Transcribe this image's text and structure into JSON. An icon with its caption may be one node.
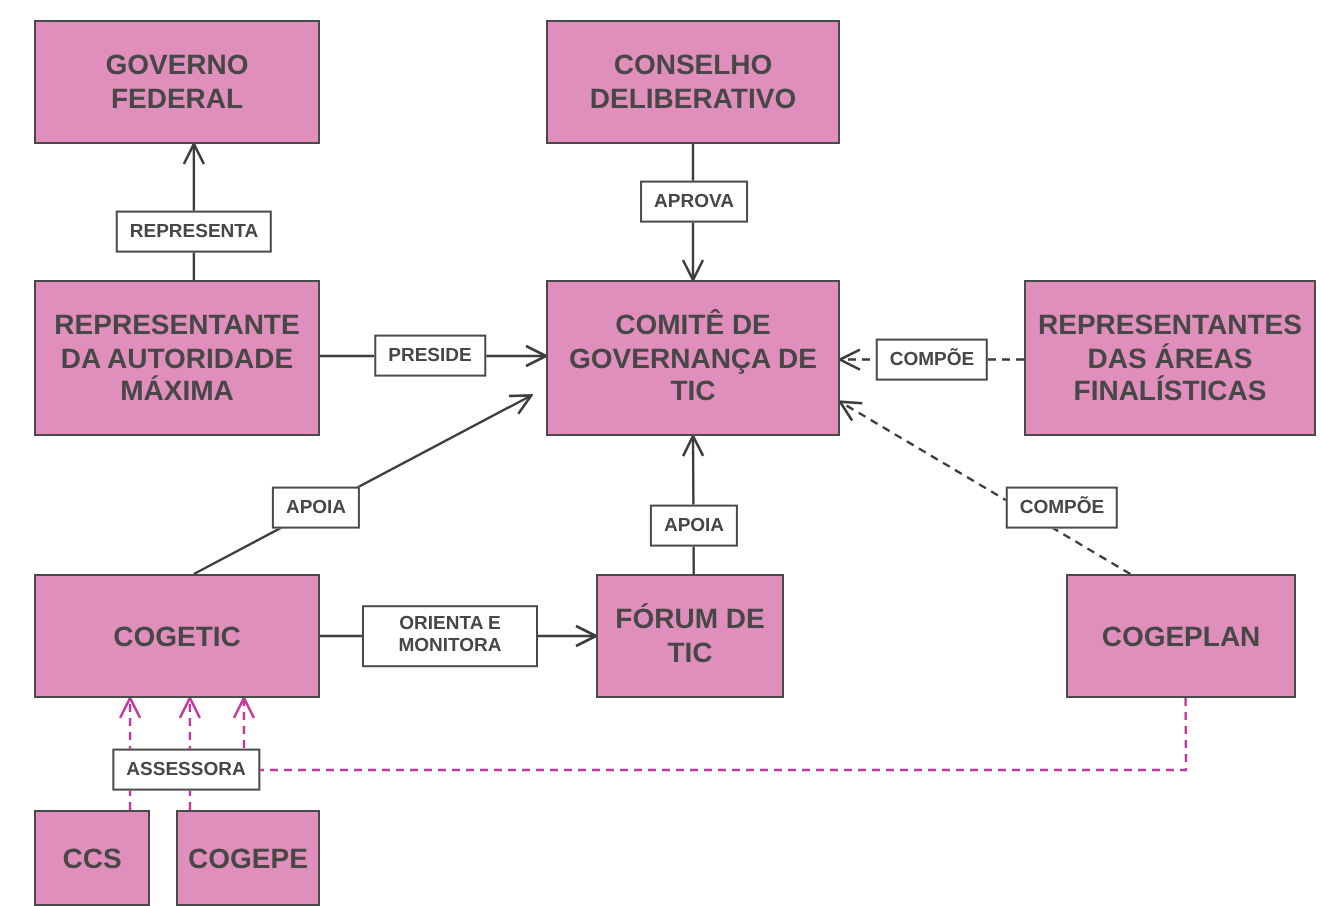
{
  "diagram": {
    "nodes": [
      {
        "text": [
          "GOVERNO FEDERAL"
        ]
      },
      {
        "text": [
          "CONSELHO DELIBERATIVO"
        ]
      },
      {
        "text": [
          "REPRESENTANTE DA AUTORIDADE MÁXIMA"
        ]
      },
      {
        "text": [
          "COMITÊ DE GOVERNANÇA DE TIC"
        ]
      },
      {
        "text": [
          "REPRESENTANTES DAS ÁREAS FINALÍSTICAS"
        ]
      },
      {
        "text": [
          "COGETIC"
        ]
      },
      {
        "text": [
          "FÓRUM DE TIC"
        ]
      },
      {
        "text": [
          "COGEPLAN"
        ]
      },
      {
        "text": [
          "CCS"
        ]
      },
      {
        "text": [
          "COGEPE"
        ]
      }
    ],
    "edges": [
      {
        "from": 2,
        "to": 0,
        "arrow": "to",
        "label": "REPRESENTA"
      },
      {
        "from": 1,
        "to": 3,
        "arrow": "to",
        "label": "APROVA"
      },
      {
        "from": 2,
        "to": 3,
        "arrow": "to",
        "label": "PRESIDE"
      },
      {
        "from": 4,
        "to": 3,
        "arrow": "to",
        "label": "COMPÕE",
        "style": "dashed"
      },
      {
        "from": 5,
        "to": 3,
        "arrow": "to",
        "label": "APOIA"
      },
      {
        "from": 6,
        "to": 3,
        "arrow": "to",
        "label": "APOIA"
      },
      {
        "from": 5,
        "to": 6,
        "arrow": "to",
        "label": "ORIENTA E MONITORA"
      },
      {
        "from": 7,
        "to": 3,
        "arrow": "to",
        "label": "COMPÕE",
        "style": "dashed"
      },
      {
        "from": 8,
        "to": 5,
        "arrow": "to",
        "style": "dashed",
        "color": "#c23a9e"
      },
      {
        "from": 9,
        "to": 5,
        "arrow": "to",
        "style": "dashed",
        "color": "#c23a9e"
      },
      {
        "from": 7,
        "to": 5,
        "arrow": "to",
        "label": "ASSESSORA",
        "style": "dashed",
        "color": "#c23a9e"
      }
    ]
  }
}
